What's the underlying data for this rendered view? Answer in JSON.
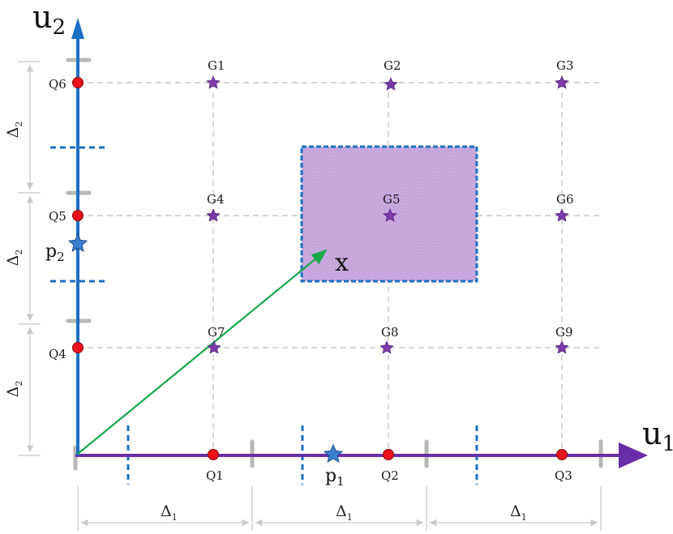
{
  "axes": {
    "u1": {
      "base": "u",
      "sub": "1",
      "color": "#6a2da8"
    },
    "u2": {
      "base": "u",
      "sub": "2",
      "color": "#1c6fc4"
    }
  },
  "quantization_points": {
    "Q1": "Q1",
    "Q2": "Q2",
    "Q3": "Q3",
    "Q4": "Q4",
    "Q5": "Q5",
    "Q6": "Q6",
    "color": "#e8121b"
  },
  "grid_points": {
    "G1": "G1",
    "G2": "G2",
    "G3": "G3",
    "G4": "G4",
    "G5": "G5",
    "G6": "G6",
    "G7": "G7",
    "G8": "G8",
    "G9": "G9",
    "color": "#7a3aa8"
  },
  "projections": {
    "p1": {
      "base": "p",
      "sub": "1"
    },
    "p2": {
      "base": "p",
      "sub": "2"
    },
    "color": "#3b7fcf"
  },
  "vector": {
    "label": "x",
    "color": "#18a84a"
  },
  "cell": {
    "fill": "#c9a6dc",
    "border": "#1c6fc4"
  },
  "spacing": {
    "d1": {
      "base": "Δ",
      "sub": "1"
    },
    "d2": {
      "base": "Δ",
      "sub": "2"
    }
  }
}
